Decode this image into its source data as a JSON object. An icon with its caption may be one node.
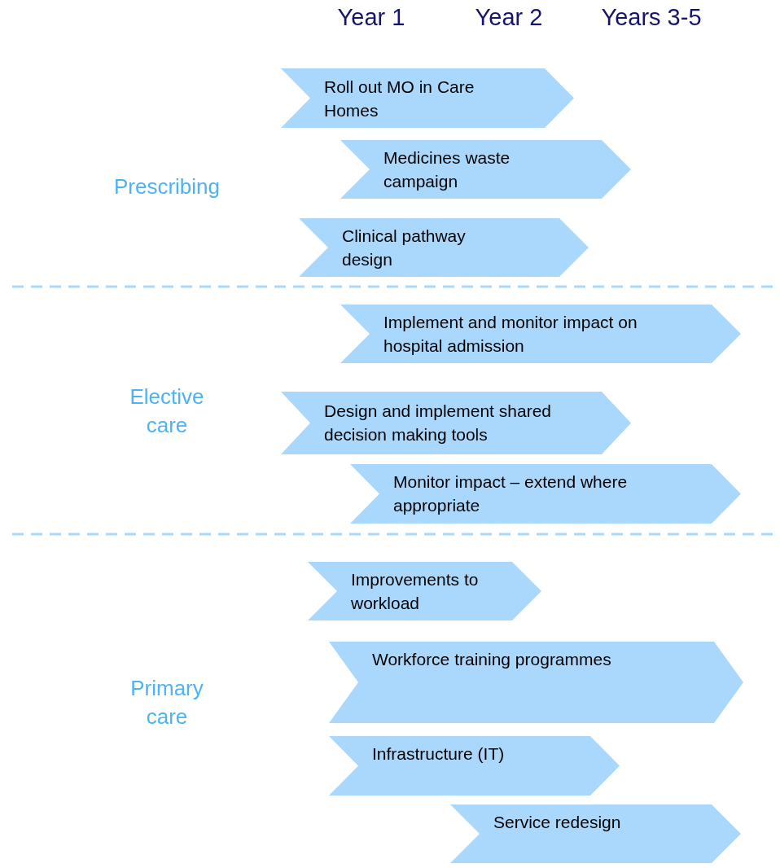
{
  "diagram": {
    "nodes": [
      {
        "text": [
          "Roll out MO in Care Homes"
        ]
      },
      {
        "text": [
          "Medicines waste campaign"
        ]
      },
      {
        "text": [
          "Clinical pathway design"
        ]
      },
      {
        "text": [
          "Implement and monitor impact on hospital admission"
        ]
      },
      {
        "text": [
          "Design and implement shared decision making tools"
        ]
      },
      {
        "text": [
          "Monitor impact – extend where appropriate"
        ]
      },
      {
        "text": [
          "Improvements to workload"
        ]
      },
      {
        "text": [
          "Workforce training programmes"
        ]
      },
      {
        "text": [
          "Infrastructure (IT)"
        ]
      },
      {
        "text": [
          "Service redesign"
        ]
      }
    ],
    "labels": [
      "Year 1",
      "Year 2",
      "Years 3-5",
      "Prescribing",
      "Elective care",
      "Primary care"
    ]
  }
}
